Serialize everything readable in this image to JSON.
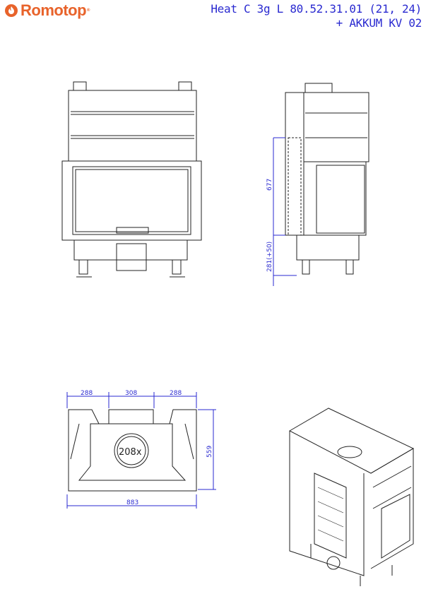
{
  "brand": {
    "name": "Romotop",
    "registered": "®"
  },
  "title": {
    "line1": "Heat C 3g L 80.52.31.01 (21, 24)",
    "line2": "+ AKKUM KV 02"
  },
  "dimensions": {
    "side_height": "677",
    "side_base": "281(+50)",
    "top_left": "288",
    "top_middle": "308",
    "top_right": "288",
    "top_depth": "559",
    "top_width": "883",
    "flue_diameter": "208x"
  },
  "colors": {
    "brand": "#e8632b",
    "dimension": "#2a2ad0",
    "line": "#222222"
  }
}
